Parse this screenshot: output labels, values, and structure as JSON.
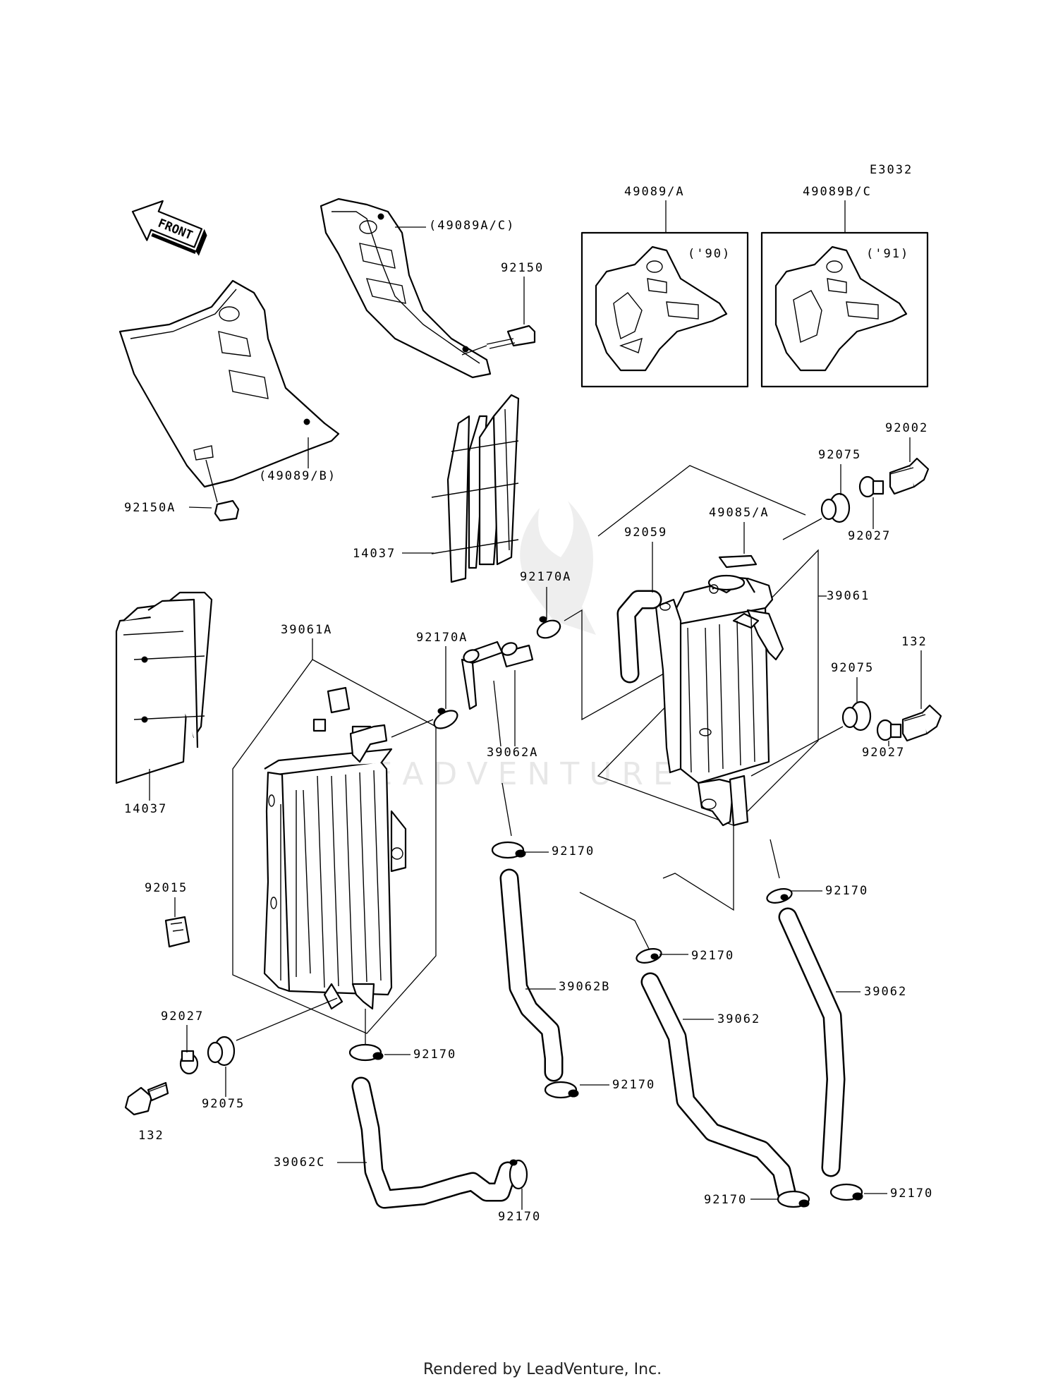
{
  "diagram_code": "E3032",
  "front_arrow_label": "FRONT",
  "watermark": "LEADVENTURE",
  "footer": "Rendered by LeadVenture, Inc.",
  "labels": {
    "l_49089ac": "(49089A/C)",
    "l_92150": "92150",
    "l_49089a": "49089/A",
    "l_49089bc": "49089B/C",
    "l_90": "('90)",
    "l_91": "('91)",
    "l_49089b": "(49089/B)",
    "l_92150a": "92150A",
    "l_92002": "92002",
    "l_92075_top": "92075",
    "l_92027_top": "92027",
    "l_49085a": "49085/A",
    "l_92059": "92059",
    "l_14037_mid": "14037",
    "l_92170a_top": "92170A",
    "l_39061": "39061",
    "l_39061a": "39061A",
    "l_92170a_mid": "92170A",
    "l_39062a": "39062A",
    "l_132_right": "132",
    "l_92075_right": "92075",
    "l_92027_right": "92027",
    "l_14037_left": "14037",
    "l_92170_1": "92170",
    "l_92015": "92015",
    "l_92170_2": "92170",
    "l_92170_3": "92170",
    "l_92027_left": "92027",
    "l_39062b": "39062B",
    "l_39062_mid": "39062",
    "l_39062_right": "39062",
    "l_92170_4": "92170",
    "l_92075_left": "92075",
    "l_92170_5": "92170",
    "l_132_left": "132",
    "l_39062c": "39062C",
    "l_92170_6": "92170",
    "l_92170_7": "92170",
    "l_92170_8": "92170"
  }
}
